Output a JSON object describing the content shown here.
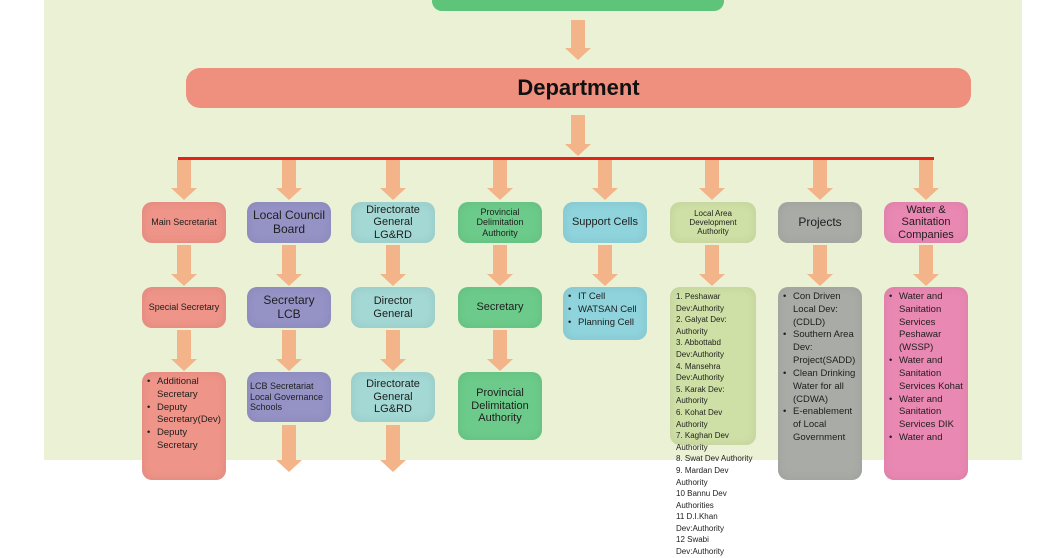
{
  "department": {
    "title": "Department"
  },
  "colors": {
    "background": "#eaf1d5",
    "arrow": "#f3b489",
    "line": "#e2231a"
  },
  "columns": [
    {
      "color": "#ef9488",
      "boxes": [
        {
          "text": "Main Secretariat",
          "size": 9
        },
        {
          "text": "Special Secretary",
          "size": 9
        },
        {
          "items": [
            "Additional Secretary",
            "Deputy Secretary(Dev)",
            "Deputy Secretary"
          ]
        }
      ]
    },
    {
      "color": "#9593c6",
      "boxes": [
        {
          "text": "Local Council Board",
          "size": 12
        },
        {
          "text": "Secretary LCB",
          "size": 12
        },
        {
          "text": "LCB Secretariat Local Governance Schools",
          "size": 9,
          "left": true
        }
      ]
    },
    {
      "color": "#a3d8d4",
      "boxes": [
        {
          "text": "Directorate General LG&RD",
          "size": 11
        },
        {
          "text": "Director General",
          "size": 11
        },
        {
          "text": "Directorate General LG&RD",
          "size": 11
        }
      ]
    },
    {
      "color": "#6ccb8a",
      "boxes": [
        {
          "text": "Provincial Delimitation Authority",
          "size": 9
        },
        {
          "text": "Secretary",
          "size": 11
        },
        {
          "text": "Provincial Delimitation Authority",
          "size": 11
        }
      ]
    },
    {
      "color": "#8fd3dc",
      "boxes": [
        {
          "text": "Support Cells",
          "size": 11
        },
        {
          "items": [
            "IT Cell",
            "WATSAN Cell",
            "Planning Cell"
          ]
        }
      ]
    },
    {
      "color": "#cfe0a6",
      "boxes": [
        {
          "text": "Local Area Development Authority",
          "size": 8
        },
        {
          "numbered": [
            "1.  Peshawar Dev:Authority",
            "2.  Galyat Dev: Authority",
            "3.  Abbottabd Dev:Authority",
            "4.  Mansehra Dev:Authority",
            "5.  Karak Dev: Authority",
            "6.  Kohat Dev Authority",
            "7.  Kaghan Dev Authority",
            "8.  Swat Dev Authority",
            "9.  Mardan Dev Authority",
            "10 Bannu Dev Authorities",
            "11 D.I.Khan Dev:Authority",
            "12 Swabi Dev:Authority"
          ]
        }
      ]
    },
    {
      "color": "#a9aca6",
      "boxes": [
        {
          "text": "Projects",
          "size": 12
        },
        {
          "items": [
            "Con Driven Local Dev: (CDLD)",
            "Southern Area Dev: Project(SADD)",
            "Clean Drinking Water for all (CDWA)",
            "E-enablement of Local Government"
          ]
        }
      ]
    },
    {
      "color": "#ea88b4",
      "boxes": [
        {
          "text": "Water & Sanitation Companies",
          "size": 11
        },
        {
          "items": [
            "Water and Sanitation Services Peshawar (WSSP)",
            "Water and Sanitation Services Kohat",
            "Water and Sanitation Services DIK",
            "Water and"
          ]
        }
      ]
    }
  ]
}
